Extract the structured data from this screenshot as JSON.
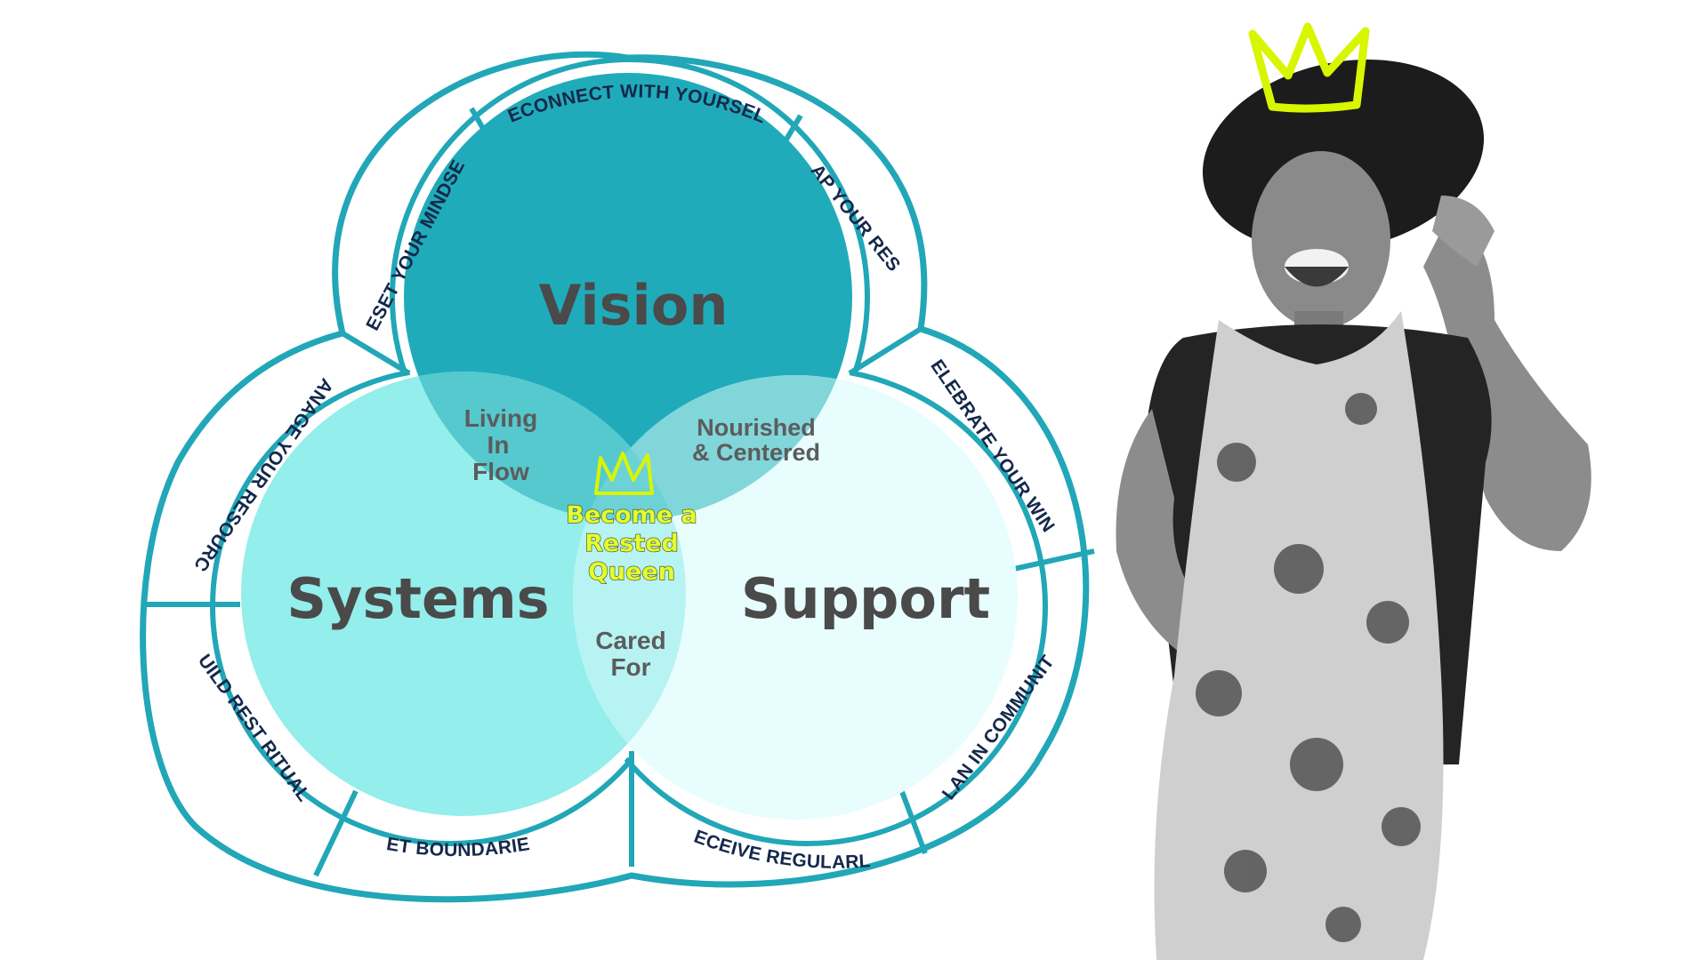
{
  "diagram": {
    "circles": {
      "vision": "Vision",
      "systems": "Systems",
      "support": "Support"
    },
    "overlaps": {
      "vision_systems": [
        "Living",
        "In",
        "Flow"
      ],
      "vision_support": [
        "Nourished",
        "& Centered"
      ],
      "systems_support": [
        "Cared",
        "For"
      ],
      "center": [
        "Become a",
        "Rested",
        "Queen"
      ]
    },
    "ring_segments": {
      "reconnect": "RECONNECT WITH YOURSELF",
      "map_rest": "MAP YOUR REST",
      "reset_mindset": "RESET YOUR MINDSET",
      "celebrate": "CELEBRATE YOUR WINS",
      "plan_community": "PLAN IN COMMUNITY",
      "receive": "RECEIVE REGULARLY",
      "set_boundaries": "SET BOUNDARIES",
      "build_rituals": "BUILD REST RITUALS",
      "manage_resources": "MANAGE YOUR RESOURCES"
    },
    "colors": {
      "ring": "#21a7b7",
      "vision": "#20abba",
      "systems": "#93eeec",
      "support": "#e8fdfd",
      "crown": "#d7f600",
      "label": "#14284a"
    }
  },
  "photo": {
    "subject": "woman-laughing-with-hat-and-crown",
    "crown_icon": "crown-icon"
  }
}
